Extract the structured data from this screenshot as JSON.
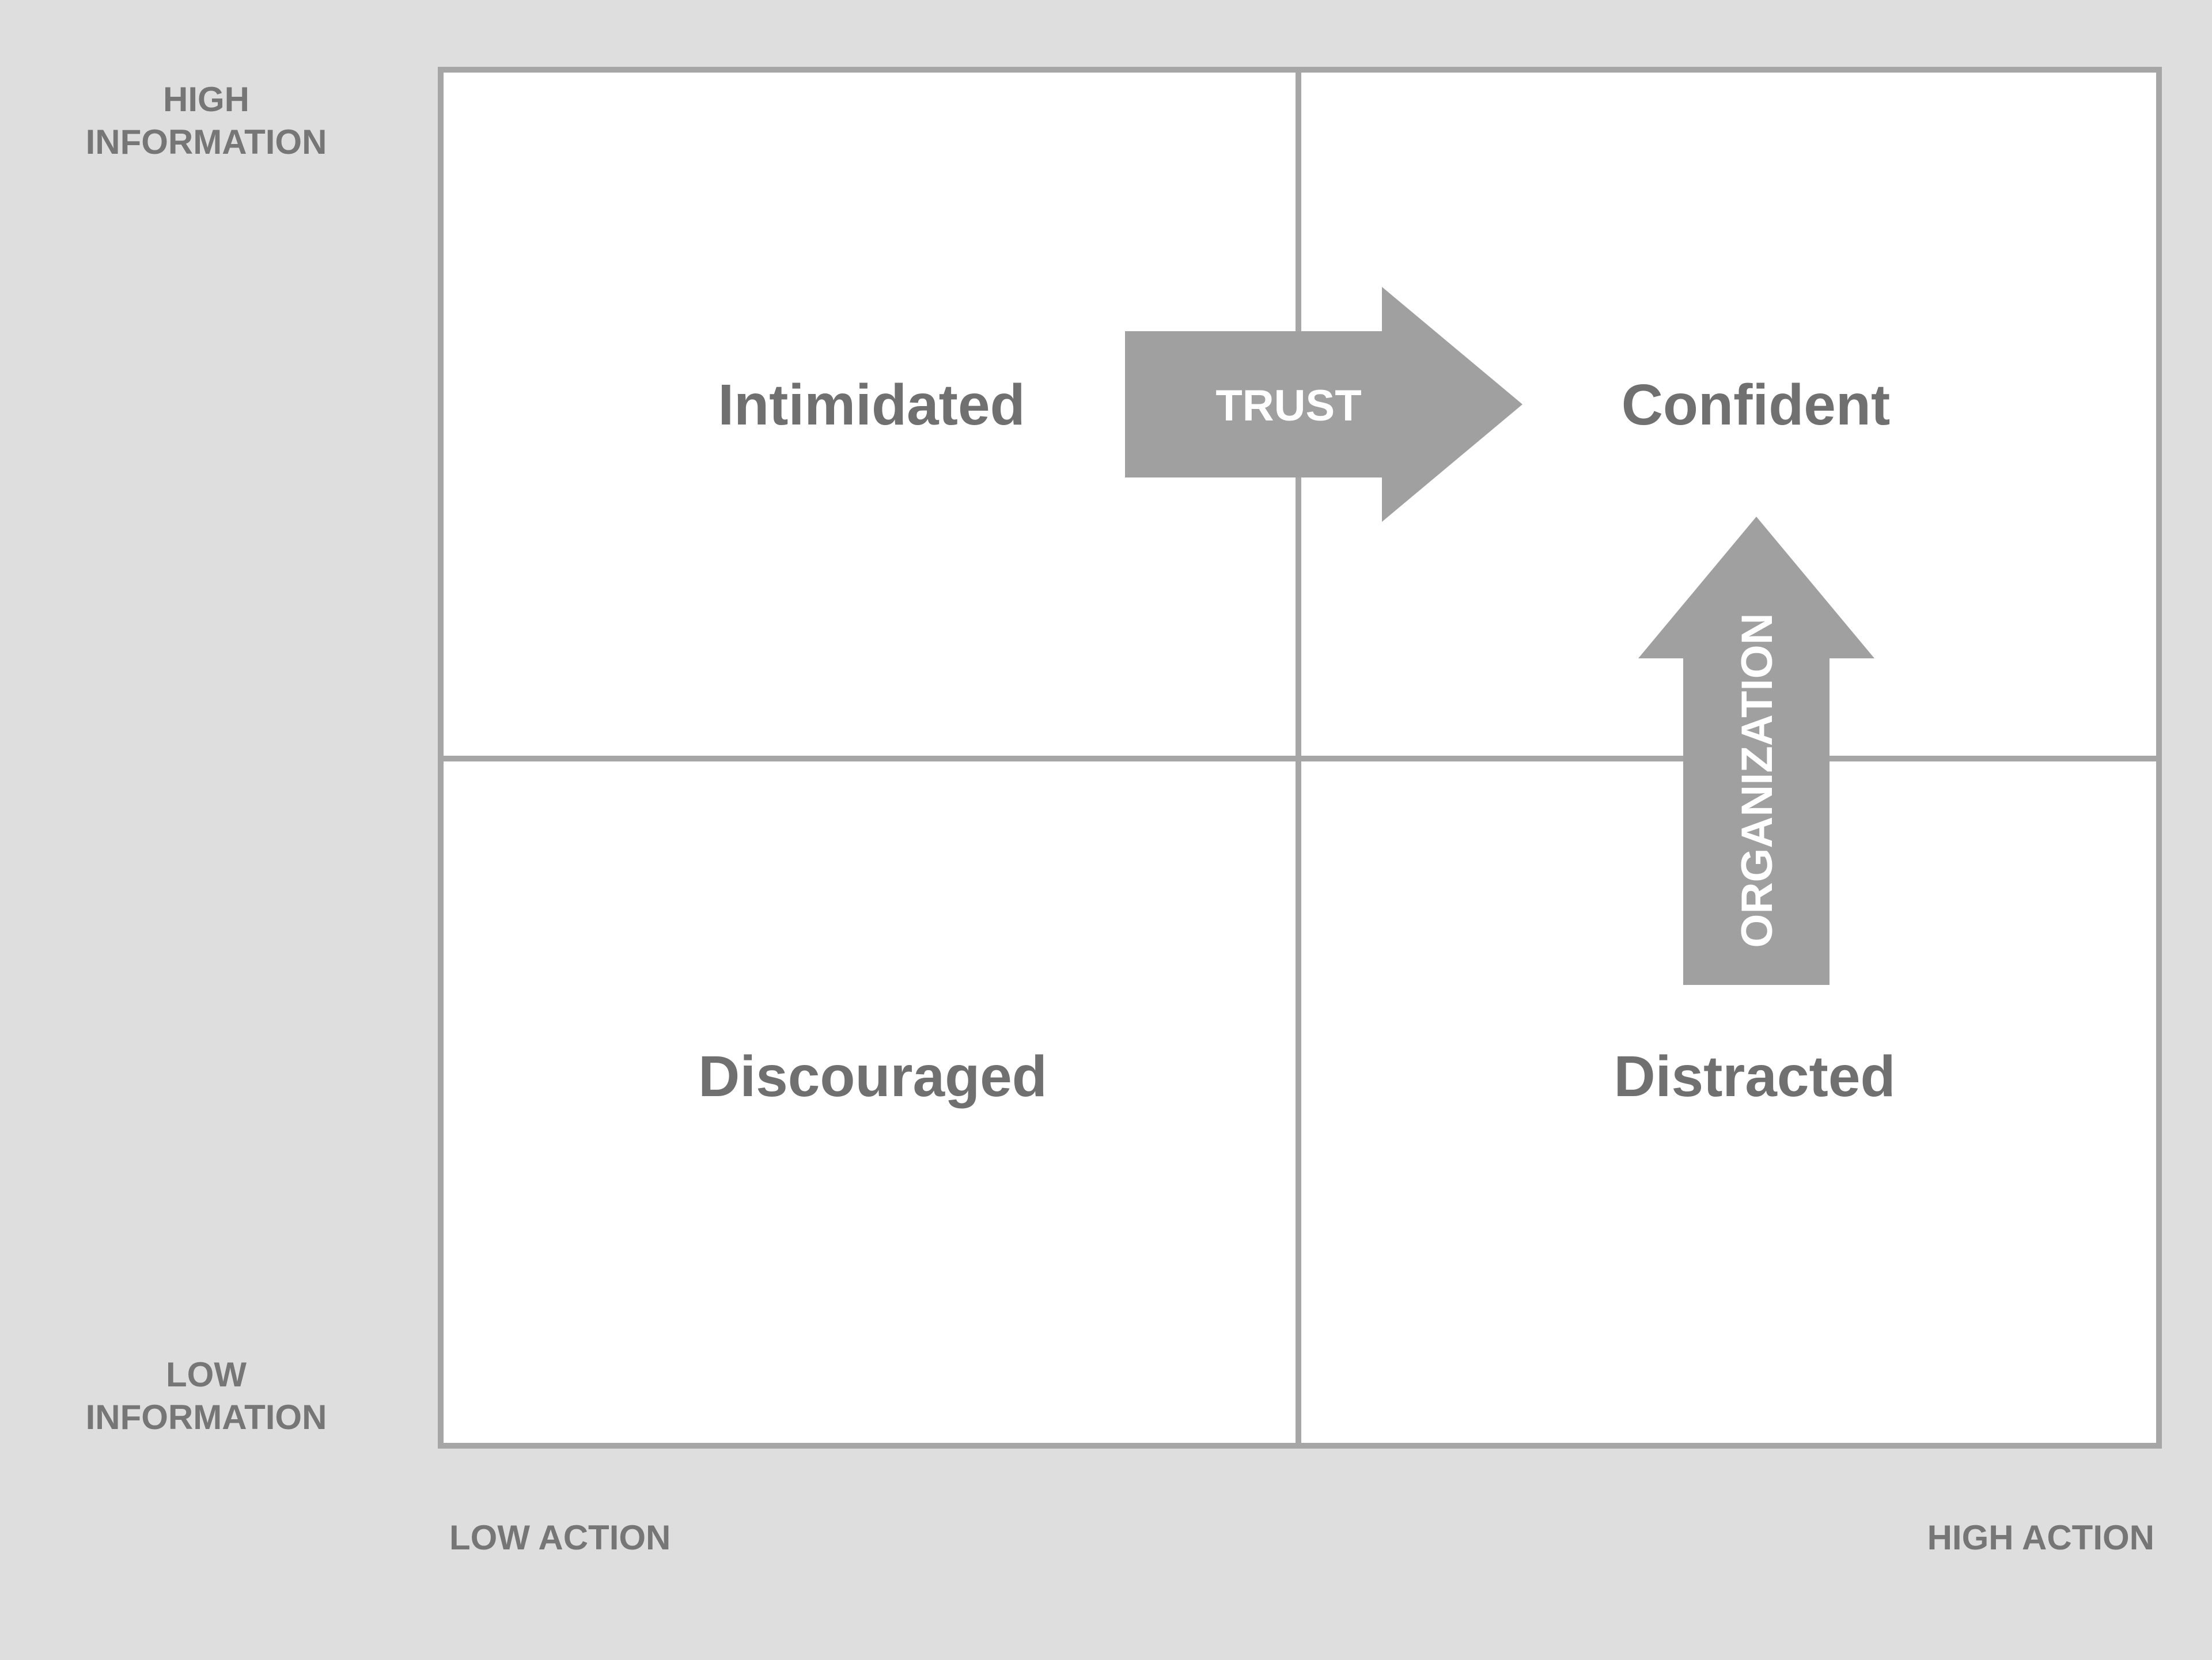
{
  "axes": {
    "y_high": [
      "HIGH",
      "INFORMATION"
    ],
    "y_low": [
      "LOW",
      "INFORMATION"
    ],
    "x_low": "LOW ACTION",
    "x_high": "HIGH ACTION"
  },
  "quadrants": {
    "top_left": "Intimidated",
    "top_right": "Confident",
    "bottom_left": "Discouraged",
    "bottom_right": "Distracted"
  },
  "arrows": {
    "horizontal": "TRUST",
    "vertical": "ORGANIZATION"
  },
  "colors": {
    "background": "#dedede",
    "panel": "#ffffff",
    "grid_lines": "#a6a6a6",
    "arrows": "#a0a0a0",
    "text": "#707070"
  }
}
